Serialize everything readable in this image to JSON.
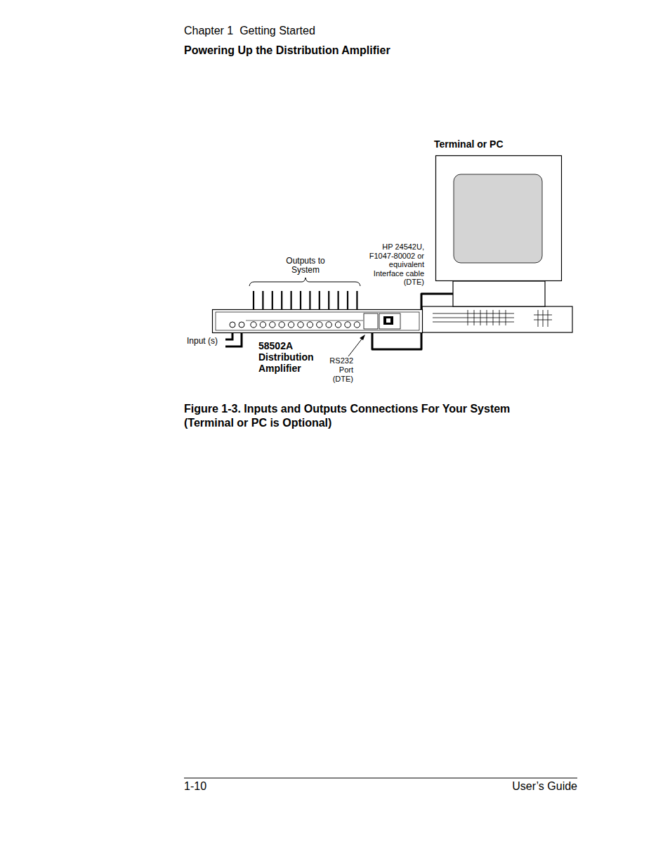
{
  "diagram": {
    "caption": "Figure 1-3. Inputs and Outputs Connections For Your System (Terminal or PC is Optional)",
    "nodes": [
      {
        "text": [
          "58502A Distribution Amplifier"
        ]
      },
      {
        "text": [
          "Terminal or PC"
        ]
      }
    ],
    "edges": [
      {
        "from": 0,
        "to": 1,
        "arrow": "none",
        "label": "HP 24542U, F1047-80002 or equivalent Interface cable (DTE)"
      }
    ],
    "labels": [
      "Chapter 1  Getting Started",
      "Powering Up the Distribution Amplifier",
      "Outputs to System",
      "Input (s)",
      "RS232 Port (DTE)",
      "1-10",
      "User’s Guide"
    ]
  }
}
